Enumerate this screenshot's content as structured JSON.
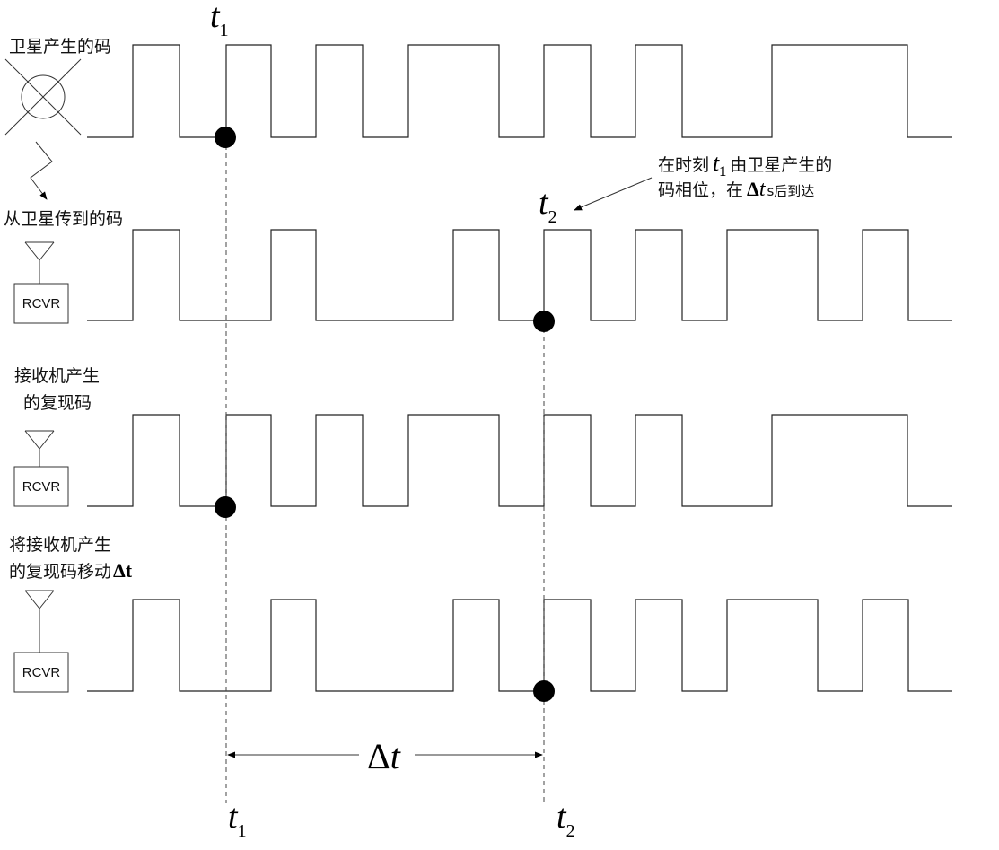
{
  "rows": [
    {
      "label_lines": [
        "卫星产生的码"
      ],
      "device": "satellite-icon"
    },
    {
      "label_lines": [
        "从卫星传到的码"
      ],
      "device": "antenna-icon",
      "device_text": "RCVR"
    },
    {
      "label_lines": [
        "接收机产生",
        "的复现码"
      ],
      "device": "antenna-icon",
      "device_text": "RCVR"
    },
    {
      "label_lines": [
        "将接收机产生",
        "的复现码移动"
      ],
      "label_suffix": "Δt",
      "device": "antenna-icon",
      "device_text": "RCVR"
    }
  ],
  "time_marks": {
    "t1_var": "t",
    "t1_sub": "1",
    "t2_var": "t",
    "t2_sub": "2"
  },
  "annotation": {
    "line1_pre": "在时刻",
    "line1_var": "t",
    "line1_sub": "1",
    "line1_post": "由卫星产生的",
    "line2_pre": "码相位，在",
    "line2_delta": "Δ",
    "line2_var": "t",
    "line2_post": "s后到达"
  },
  "interval": {
    "delta": "Δ",
    "var": "t"
  }
}
